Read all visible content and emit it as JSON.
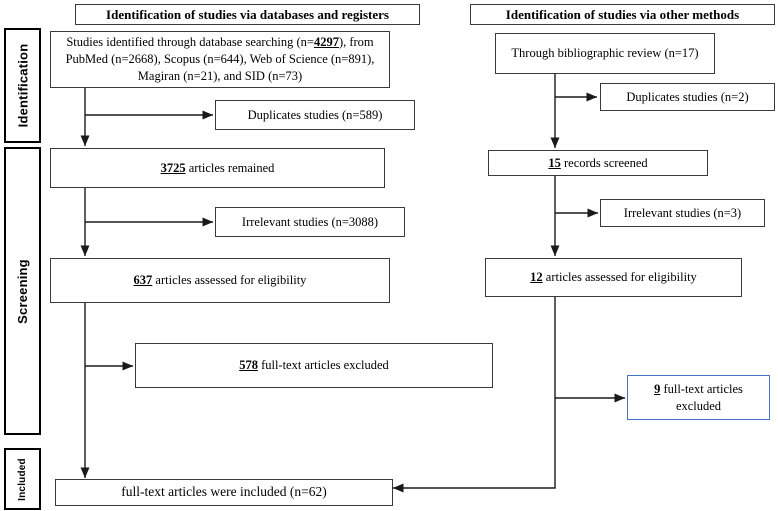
{
  "diagram": {
    "title": "PRISMA study selection flow diagram",
    "accent_blue": "#4472c4",
    "line_color": "#1a1a1a",
    "box_border_color": "#3a3a3a"
  },
  "headers": {
    "left": "Identification of studies via databases and registers",
    "right": "Identification of studies via other methods"
  },
  "stages": [
    {
      "label": "Identification"
    },
    {
      "label": "Screening"
    },
    {
      "label": "Included"
    }
  ],
  "left_column": {
    "identified": {
      "line1_a": "Studies identified through database searching (n=",
      "line1_num": "4297",
      "line1_b": "), from",
      "line2": "PubMed (n=2668), Scopus (n=644), Web of Science (n=891),",
      "line3": "Magiran (n=21), and SID (n=73)"
    },
    "duplicates": "Duplicates studies (n=589)",
    "remained_num": "3725",
    "remained_text": " articles remained",
    "irrelevant": "Irrelevant studies (n=3088)",
    "eligibility_num": "637",
    "eligibility_text": " articles assessed for eligibility",
    "excluded_num": "578",
    "excluded_text": " full-text articles excluded"
  },
  "right_column": {
    "bibliographic": "Through bibliographic review (n=17)",
    "duplicates": "Duplicates studies (n=2)",
    "screened_num": "15",
    "screened_text": " records screened",
    "irrelevant": "Irrelevant studies (n=3)",
    "eligibility_num": "12",
    "eligibility_text": " articles assessed for eligibility",
    "excluded_num": "9",
    "excluded_text": " full-text articles",
    "excluded_line2": "excluded"
  },
  "included_box": "full-text articles were included (n=62)"
}
